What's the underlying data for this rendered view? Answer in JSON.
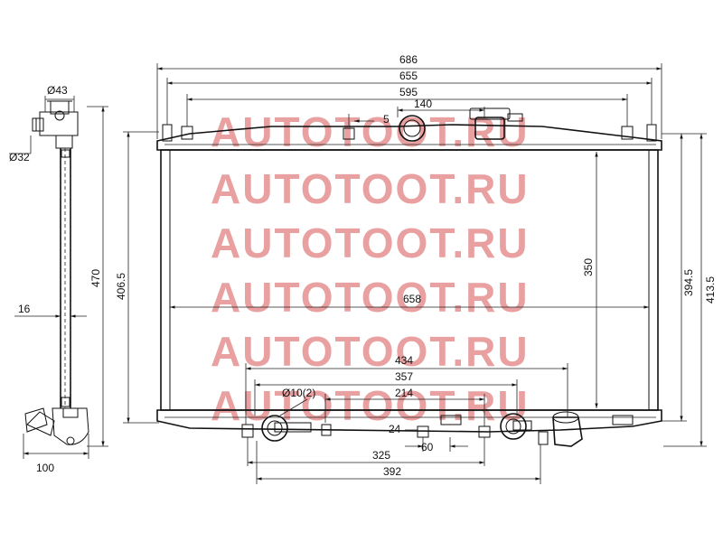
{
  "watermark": {
    "text": "AUTOTOOT.RU",
    "color": "#e8a0a0"
  },
  "side_view": {
    "dia_top": "Ø43",
    "dia_inlet": "Ø32",
    "thickness": "16",
    "height": "470",
    "depth": "100"
  },
  "front_view": {
    "overall_width": "686",
    "width_655": "655",
    "width_595": "595",
    "cap_offset": "140",
    "small_gap": "5",
    "core_width": "658",
    "core_height": "350",
    "left_height": "406.5",
    "right_height_a": "394.5",
    "right_height_b": "413.5",
    "bottom_434": "434",
    "bottom_357": "357",
    "dia_outlet": "Ø10(2)",
    "bottom_214": "214",
    "bottom_24": "24",
    "bottom_60": "60",
    "bottom_325": "325",
    "bottom_392": "392"
  }
}
